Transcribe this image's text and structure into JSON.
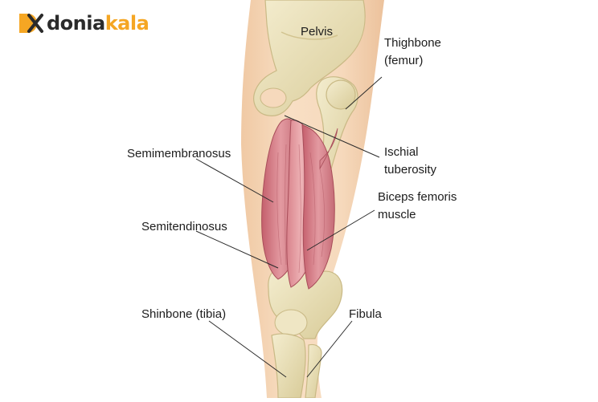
{
  "brand": {
    "mark": "DX",
    "name_dark": "donia",
    "name_accent": "kala",
    "accent_color": "#f5a623",
    "dark_color": "#2b2b2b"
  },
  "labels": {
    "pelvis": "Pelvis",
    "thighbone_1": "Thighbone",
    "thighbone_2": "(femur)",
    "ischial_1": "Ischial",
    "ischial_2": "tuberosity",
    "semimembranosus": "Semimembranosus",
    "biceps_1": "Biceps femoris",
    "biceps_2": "muscle",
    "semitendinosus": "Semitendinosus",
    "shinbone": "Shinbone (tibia)",
    "fibula": "Fibula"
  },
  "colors": {
    "skin": "#f6d9bc",
    "bone": "#ece3bf",
    "bone_shadow": "#cdbf8c",
    "muscle": "#d77c86",
    "muscle_dark": "#b6535f",
    "leader_line": "#2a2a2a"
  }
}
